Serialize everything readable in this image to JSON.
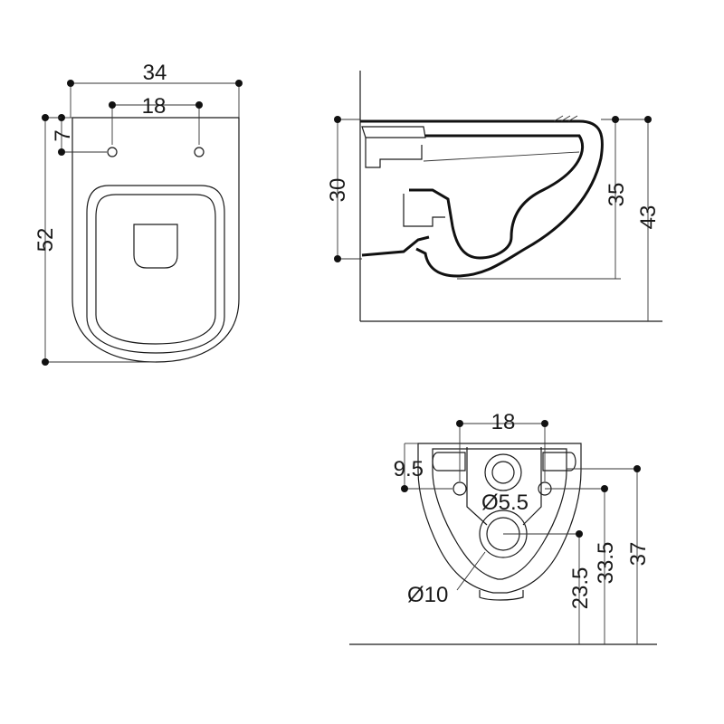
{
  "colors": {
    "line": "#1a1a1a",
    "background": "#ffffff"
  },
  "top_view": {
    "width_label": "34",
    "hole_spacing_label": "18",
    "hole_offset_label": "7",
    "length_label": "52"
  },
  "side_view": {
    "height_rear_label": "30",
    "outlet_height_label": "35",
    "rim_height_label": "43"
  },
  "rear_view": {
    "fixing_spacing_label": "18",
    "fixing_offset_label": "9.5",
    "inlet_diameter_label": "Ø5.5",
    "outlet_diameter_label": "Ø10",
    "outlet_axis_label": "23.5",
    "inlet_axis_label": "33.5",
    "top_label": "37"
  }
}
